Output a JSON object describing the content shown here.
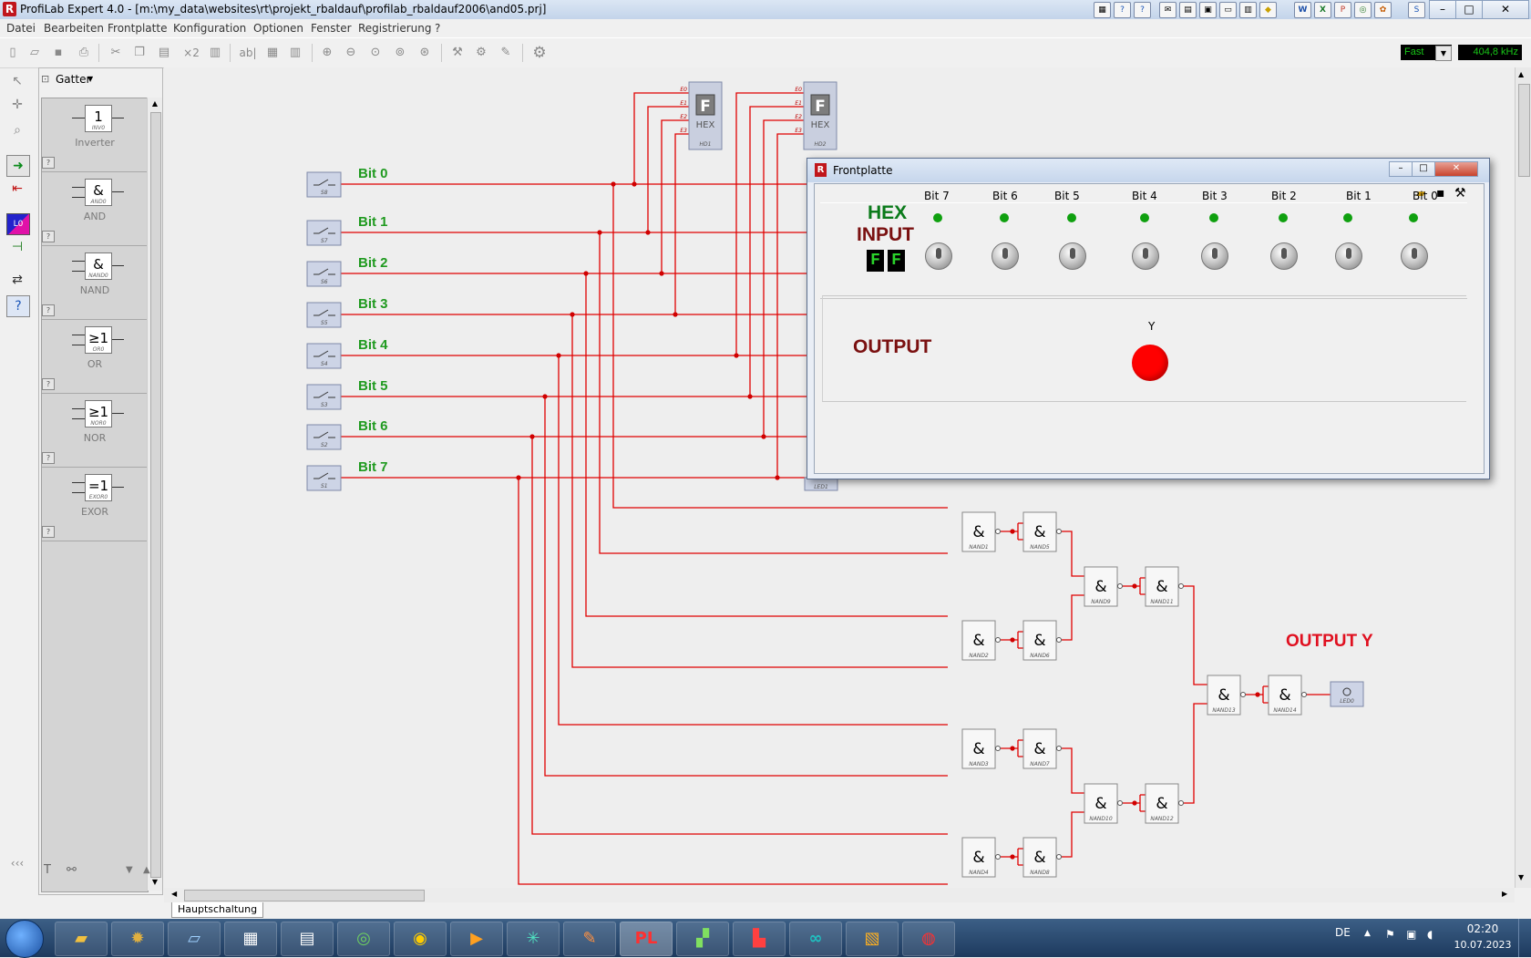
{
  "window": {
    "title": "ProfiLab Expert 4.0 - [m:\\my_data\\websites\\rt\\projekt_rbaldauf\\profilab_rbaldauf2006\\and05.prj]",
    "controls": [
      "–",
      "□",
      "✕"
    ]
  },
  "menu": [
    "Datei",
    "Bearbeiten",
    "Frontplatte",
    "Konfiguration",
    "Optionen",
    "Fenster",
    "Registrierung",
    "?"
  ],
  "toolbar": {
    "multiplier": "×2",
    "text_tool": "ab|",
    "speed": "Fast",
    "frequency": "404,8 kHz"
  },
  "palette": {
    "category": "Gatter",
    "items": [
      {
        "symbol": "1",
        "tag": "INV0",
        "label": "Inverter"
      },
      {
        "symbol": "&",
        "tag": "AND0",
        "label": "AND"
      },
      {
        "symbol": "&",
        "tag": "NAND0",
        "label": "NAND"
      },
      {
        "symbol": "≥1",
        "tag": "OR0",
        "label": "OR"
      },
      {
        "symbol": "≥1",
        "tag": "NOR0",
        "label": "NOR"
      },
      {
        "symbol": "=1",
        "tag": "EXOR0",
        "label": "EXOR"
      }
    ],
    "help": "?"
  },
  "circuit": {
    "bits": [
      {
        "label": "Bit 0",
        "tag": "S8"
      },
      {
        "label": "Bit 1",
        "tag": "S7"
      },
      {
        "label": "Bit 2",
        "tag": "S6"
      },
      {
        "label": "Bit 3",
        "tag": "S5"
      },
      {
        "label": "Bit 4",
        "tag": "S4"
      },
      {
        "label": "Bit 5",
        "tag": "S3"
      },
      {
        "label": "Bit 6",
        "tag": "S2"
      },
      {
        "label": "Bit 7",
        "tag": "S1"
      }
    ],
    "hex_displays": [
      {
        "glyph": "F",
        "label": "HEX",
        "tag": "HD1",
        "pins": [
          "E0",
          "E1",
          "E2",
          "E3"
        ]
      },
      {
        "glyph": "F",
        "label": "HEX",
        "tag": "HD2",
        "pins": [
          "E0",
          "E1",
          "E2",
          "E3"
        ]
      }
    ],
    "nand_symbol": "&",
    "nands": [
      "NAND1",
      "NAND5",
      "NAND2",
      "NAND6",
      "NAND3",
      "NAND7",
      "NAND4",
      "NAND8",
      "NAND9",
      "NAND11",
      "NAND10",
      "NAND12",
      "NAND13",
      "NAND14"
    ],
    "led_tag": "LED0",
    "led_partial_tag": "LED1",
    "output_label": "OUTPUT Y",
    "sheet_tab": "Hauptschaltung"
  },
  "frontplatte": {
    "title": "Frontplatte",
    "hex_label": "HEX",
    "input_label": "INPUT",
    "hex_digits": [
      "F",
      "F"
    ],
    "bits": [
      "Bit 7",
      "Bit 6",
      "Bit 5",
      "Bit 4",
      "Bit 3",
      "Bit 2",
      "Bit 1",
      "Bit 0"
    ],
    "output_label": "OUTPUT",
    "y_label": "Y",
    "colors": {
      "led_on": "#10a010",
      "output_led": "#ff0000",
      "hex_green": "#0a7a1a",
      "dark_red": "#7a1010"
    }
  },
  "taskbar": {
    "language": "DE",
    "time": "02:20",
    "date": "10.07.2023"
  },
  "colors": {
    "wire": "#e00000",
    "bit_label": "#1f9a1f",
    "output_red": "#e01020"
  }
}
